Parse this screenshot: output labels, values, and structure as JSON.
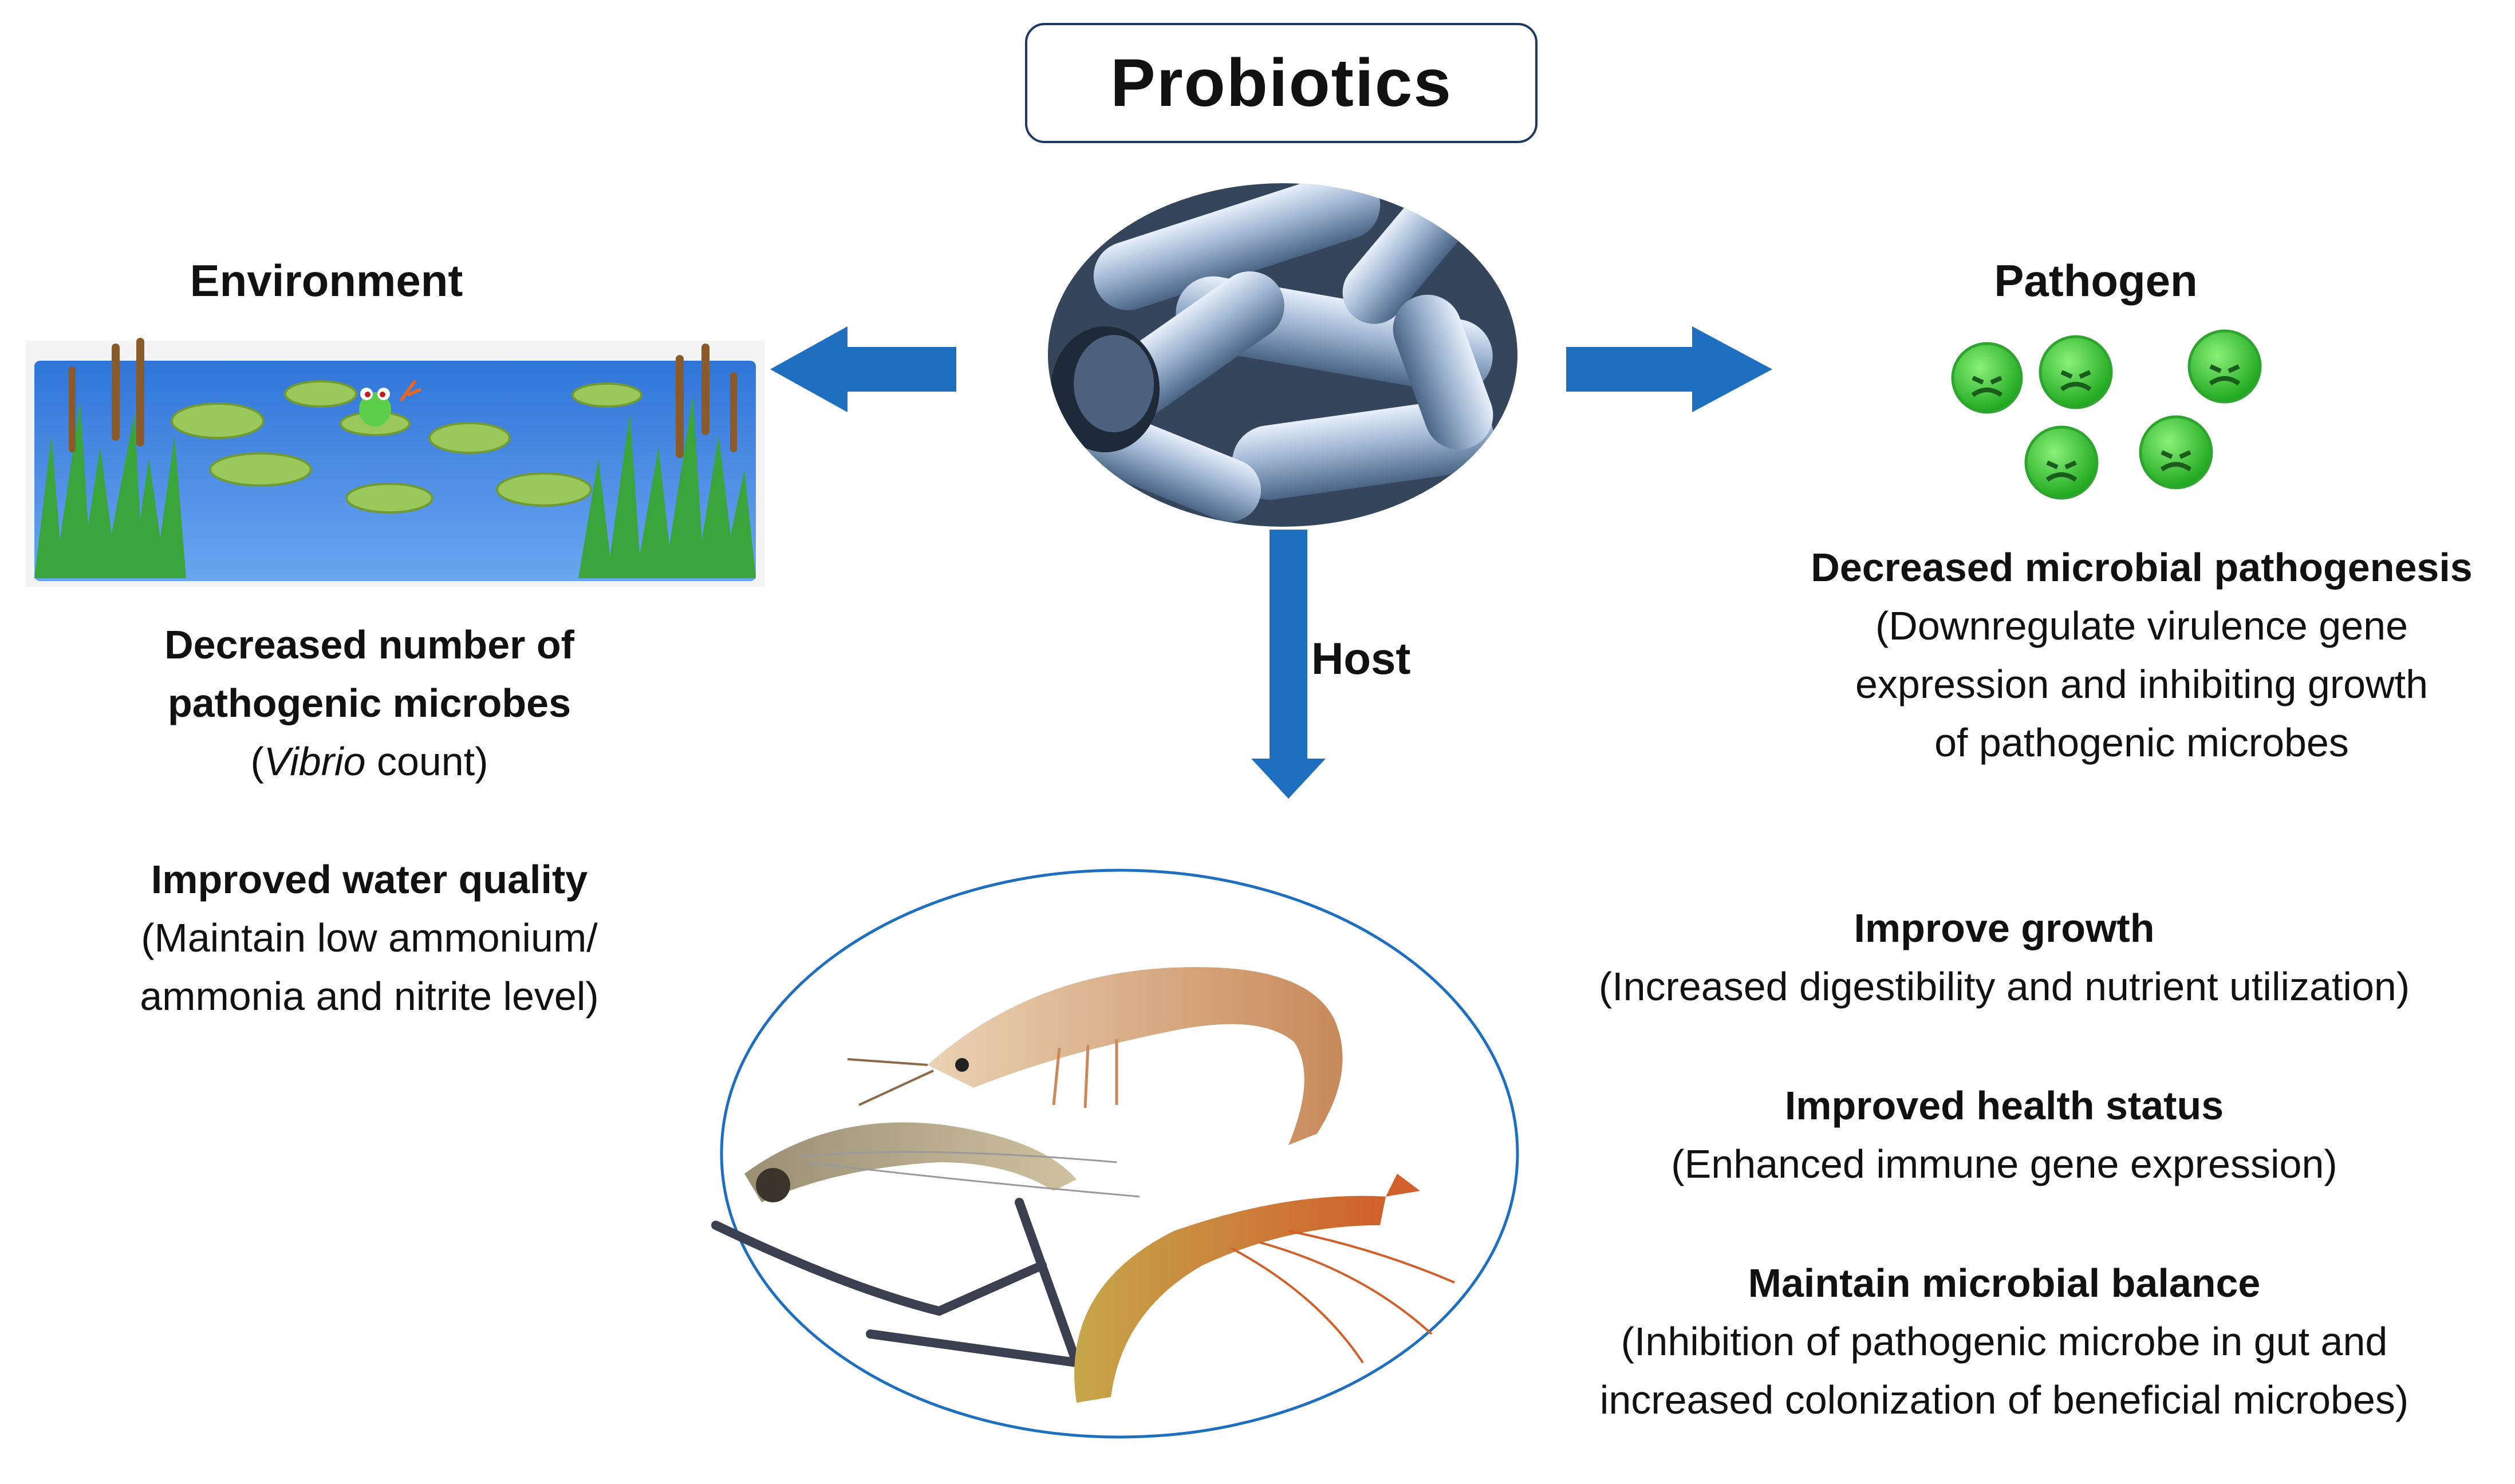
{
  "title": "Probiotics",
  "environment": {
    "heading": "Environment",
    "effect1_title_line1": "Decreased number of",
    "effect1_title_line2": "pathogenic microbes",
    "effect1_detail_open": "(",
    "effect1_detail_italic": "Vibrio",
    "effect1_detail_rest": " count)",
    "effect2_title": "Improved water quality",
    "effect2_detail_line1": "(Maintain low ammonium/",
    "effect2_detail_line2": "ammonia and nitrite level)"
  },
  "pathogen": {
    "heading": "Pathogen",
    "effect_title": "Decreased microbial pathogenesis",
    "effect_detail_line1": "(Downregulate virulence gene",
    "effect_detail_line2": "expression and inhibiting growth",
    "effect_detail_line3": "of pathogenic microbes"
  },
  "host": {
    "label": "Host",
    "effect1_title": "Improve growth",
    "effect1_detail": "(Increased digestibility and nutrient utilization)",
    "effect2_title": "Improved health status",
    "effect2_detail": "(Enhanced immune gene expression)",
    "effect3_title": "Maintain microbial balance",
    "effect3_detail_line1": "(Inhibition of pathogenic microbe in gut and",
    "effect3_detail_line2": "increased colonization of beneficial microbes)"
  },
  "colors": {
    "arrow": "#1f6fc0",
    "title_border": "#1f3864",
    "virus": "#3cc83c",
    "water": "#4b8ee6"
  }
}
